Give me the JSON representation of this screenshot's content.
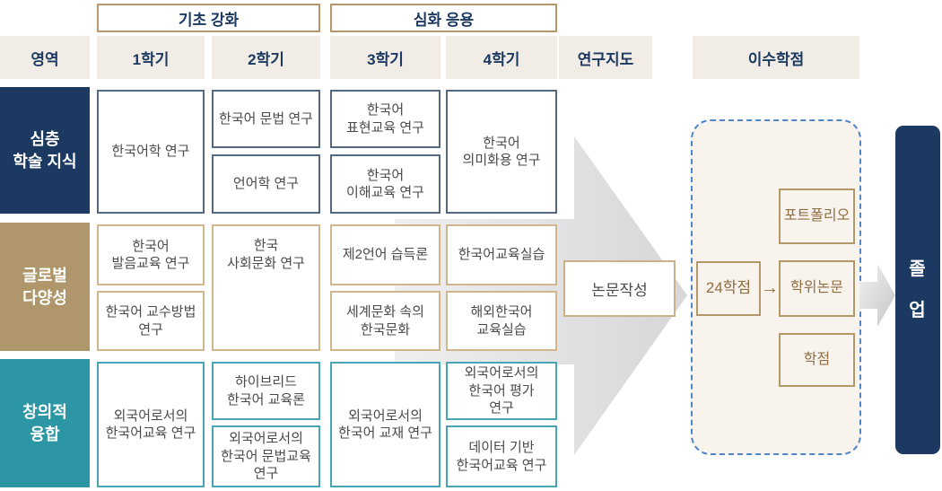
{
  "colors": {
    "navy": "#1c3a61",
    "tan": "#b0976b",
    "teal": "#2d96a4",
    "header_bg": "#f1ece5",
    "panel_bg": "#f8f3ed",
    "panel_dashed_border": "#4e86c8",
    "row1_course_border": "#53687f",
    "row2_course_border": "#cfb68c",
    "row3_course_border": "#49a5b3",
    "gold_border": "#b5986a",
    "brown_text": "#8f6f42",
    "course_text": "#4a4a4a",
    "arrow_gray": "#dedee0"
  },
  "phases": [
    {
      "label": "기초 강화"
    },
    {
      "label": "심화 응용"
    }
  ],
  "column_headers": [
    "영역",
    "1학기",
    "2학기",
    "3학기",
    "4학기",
    "연구지도",
    "이수학점"
  ],
  "rows": [
    {
      "category": "심층\n학술 지식",
      "sem1": [
        "한국어학 연구"
      ],
      "sem2": [
        "한국어 문법 연구",
        "언어학 연구"
      ],
      "sem3": [
        "한국어\n표현교육 연구",
        "한국어\n이해교육 연구"
      ],
      "sem4": [
        "한국어\n의미화용 연구"
      ]
    },
    {
      "category": "글로벌\n다양성",
      "sem1": [
        "한국어\n발음교육 연구",
        "한국어 교수방법\n연구"
      ],
      "sem2": [
        "한국\n사회문화 연구"
      ],
      "sem3": [
        "제2언어 습득론",
        "세계문화 속의\n한국문화"
      ],
      "sem4": [
        "한국어교육실습",
        "해외한국어\n교육실습"
      ]
    },
    {
      "category": "창의적\n융합",
      "sem1": [
        "외국어로서의\n한국어교육 연구"
      ],
      "sem2": [
        "하이브리드\n한국어 교육론",
        "외국어로서의\n한국어 문법교육\n연구"
      ],
      "sem3": [
        "외국어로서의\n한국어 교재 연구"
      ],
      "sem4": [
        "외국어로서의\n한국어 평가\n연구",
        "데이터 기반\n한국어교육 연구"
      ]
    }
  ],
  "research": {
    "label": "논문작성"
  },
  "credits": {
    "total": "24학점",
    "arrow": "→",
    "items": [
      "포트폴리오",
      "학위논문",
      "학점"
    ]
  },
  "graduation": {
    "label": "졸\n업"
  }
}
